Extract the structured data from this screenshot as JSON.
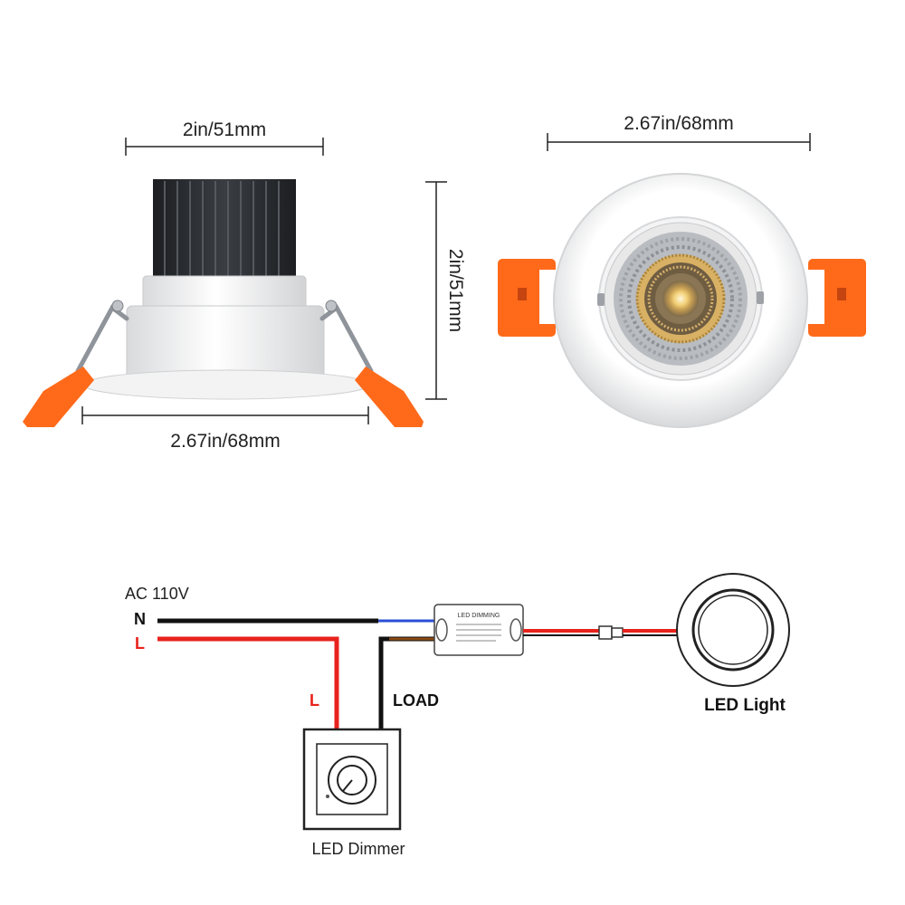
{
  "dimensions": {
    "side_top_width": "2in/51mm",
    "side_height": "2in/51mm",
    "side_bottom_width": "2.67in/68mm",
    "front_width": "2.67in/68mm"
  },
  "wiring": {
    "supply_label": "AC 110V",
    "neutral_label": "N",
    "live_label": "L",
    "live_wire_label": "L",
    "load_label": "LOAD",
    "driver_label": "LED DIMMING",
    "dimmer_label": "LED Dimmer",
    "light_label": "LED Light"
  },
  "colors": {
    "live_wire": "#e8221d",
    "neutral_wire": "#111111",
    "blue_wire": "#2a4fd6",
    "brown_wire": "#8a4a14",
    "clip_orange": "#ff6a1a",
    "heatsink": "#2c2f33"
  }
}
